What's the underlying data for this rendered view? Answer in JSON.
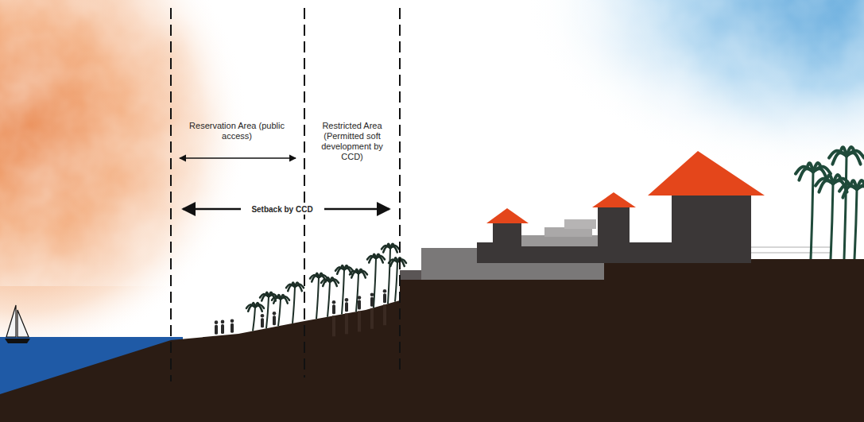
{
  "diagram": {
    "labels": [
      "Reservation Area (public access)",
      "Restricted Area (Permitted soft development by CCD)",
      "Setback by CCD"
    ]
  }
}
